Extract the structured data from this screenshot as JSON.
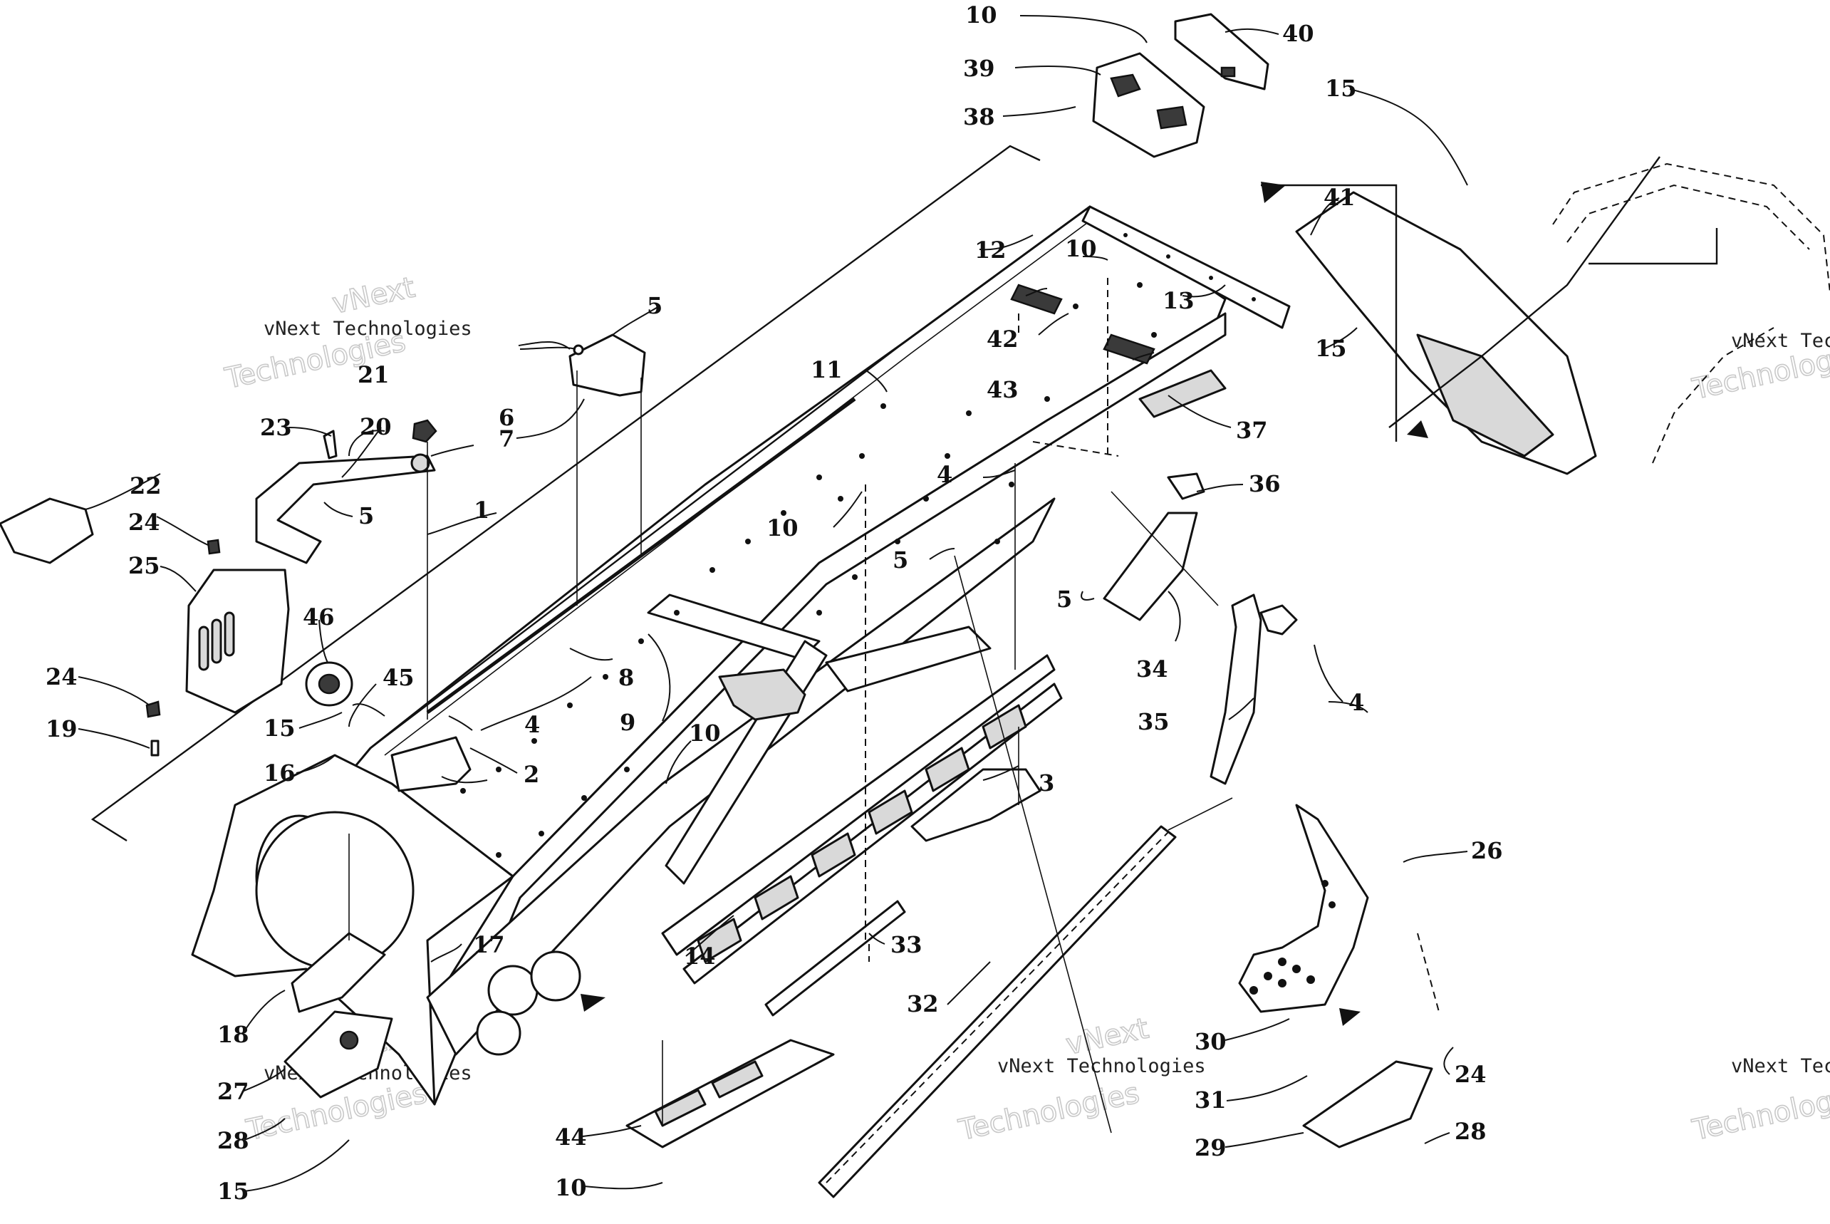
{
  "watermark": {
    "line1": "vNext",
    "line2": "vNext Technologies",
    "line3": "Technologies"
  },
  "callouts": [
    {
      "id": "c-1",
      "label": "1"
    },
    {
      "id": "c-2",
      "label": "2"
    },
    {
      "id": "c-3",
      "label": "3"
    },
    {
      "id": "c-4a",
      "label": "4"
    },
    {
      "id": "c-4b",
      "label": "4"
    },
    {
      "id": "c-4c",
      "label": "4"
    },
    {
      "id": "c-5a",
      "label": "5"
    },
    {
      "id": "c-5b",
      "label": "5"
    },
    {
      "id": "c-5c",
      "label": "5"
    },
    {
      "id": "c-5d",
      "label": "5"
    },
    {
      "id": "c-6",
      "label": "6"
    },
    {
      "id": "c-7",
      "label": "7"
    },
    {
      "id": "c-8",
      "label": "8"
    },
    {
      "id": "c-9",
      "label": "9"
    },
    {
      "id": "c-10a",
      "label": "10"
    },
    {
      "id": "c-10b",
      "label": "10"
    },
    {
      "id": "c-10c",
      "label": "10"
    },
    {
      "id": "c-10d",
      "label": "10"
    },
    {
      "id": "c-10e",
      "label": "10"
    },
    {
      "id": "c-11",
      "label": "11"
    },
    {
      "id": "c-12",
      "label": "12"
    },
    {
      "id": "c-13",
      "label": "13"
    },
    {
      "id": "c-14",
      "label": "14"
    },
    {
      "id": "c-15a",
      "label": "15"
    },
    {
      "id": "c-15b",
      "label": "15"
    },
    {
      "id": "c-15c",
      "label": "15"
    },
    {
      "id": "c-15d",
      "label": "15"
    },
    {
      "id": "c-16",
      "label": "16"
    },
    {
      "id": "c-17",
      "label": "17"
    },
    {
      "id": "c-18",
      "label": "18"
    },
    {
      "id": "c-19",
      "label": "19"
    },
    {
      "id": "c-20",
      "label": "20"
    },
    {
      "id": "c-21",
      "label": "21"
    },
    {
      "id": "c-22",
      "label": "22"
    },
    {
      "id": "c-23",
      "label": "23"
    },
    {
      "id": "c-24a",
      "label": "24"
    },
    {
      "id": "c-24b",
      "label": "24"
    },
    {
      "id": "c-24c",
      "label": "24"
    },
    {
      "id": "c-25",
      "label": "25"
    },
    {
      "id": "c-26",
      "label": "26"
    },
    {
      "id": "c-27",
      "label": "27"
    },
    {
      "id": "c-28a",
      "label": "28"
    },
    {
      "id": "c-28b",
      "label": "28"
    },
    {
      "id": "c-29",
      "label": "29"
    },
    {
      "id": "c-30",
      "label": "30"
    },
    {
      "id": "c-31",
      "label": "31"
    },
    {
      "id": "c-32",
      "label": "32"
    },
    {
      "id": "c-33",
      "label": "33"
    },
    {
      "id": "c-34",
      "label": "34"
    },
    {
      "id": "c-35",
      "label": "35"
    },
    {
      "id": "c-36",
      "label": "36"
    },
    {
      "id": "c-37",
      "label": "37"
    },
    {
      "id": "c-38",
      "label": "38"
    },
    {
      "id": "c-39",
      "label": "39"
    },
    {
      "id": "c-40",
      "label": "40"
    },
    {
      "id": "c-41",
      "label": "41"
    },
    {
      "id": "c-42",
      "label": "42"
    },
    {
      "id": "c-43",
      "label": "43"
    },
    {
      "id": "c-44",
      "label": "44"
    },
    {
      "id": "c-45",
      "label": "45"
    },
    {
      "id": "c-46",
      "label": "46"
    }
  ]
}
